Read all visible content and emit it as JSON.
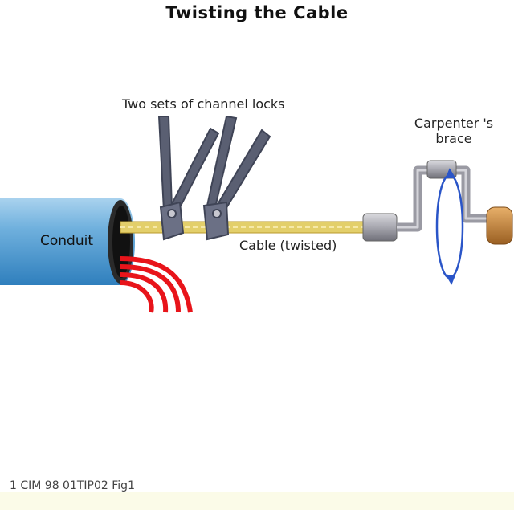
{
  "title": "Twisting the Cable",
  "labels": {
    "channel_locks": "Two sets of channel locks",
    "brace_line1": "Carpenter 's",
    "brace_line2": "brace",
    "cable": "Cable (twisted)",
    "conduit": "Conduit"
  },
  "footer": "1 CIM 98 01TIP02 Fig1",
  "colors": {
    "conduit": "#5aa3d6",
    "cable": "#e3cf6a",
    "wires": "#e8141a",
    "tool_metal": "#5a5f72",
    "brace_metal": "#9a9aa3",
    "handle": "#c98a3c",
    "rotation_arrow": "#2a55c8"
  }
}
